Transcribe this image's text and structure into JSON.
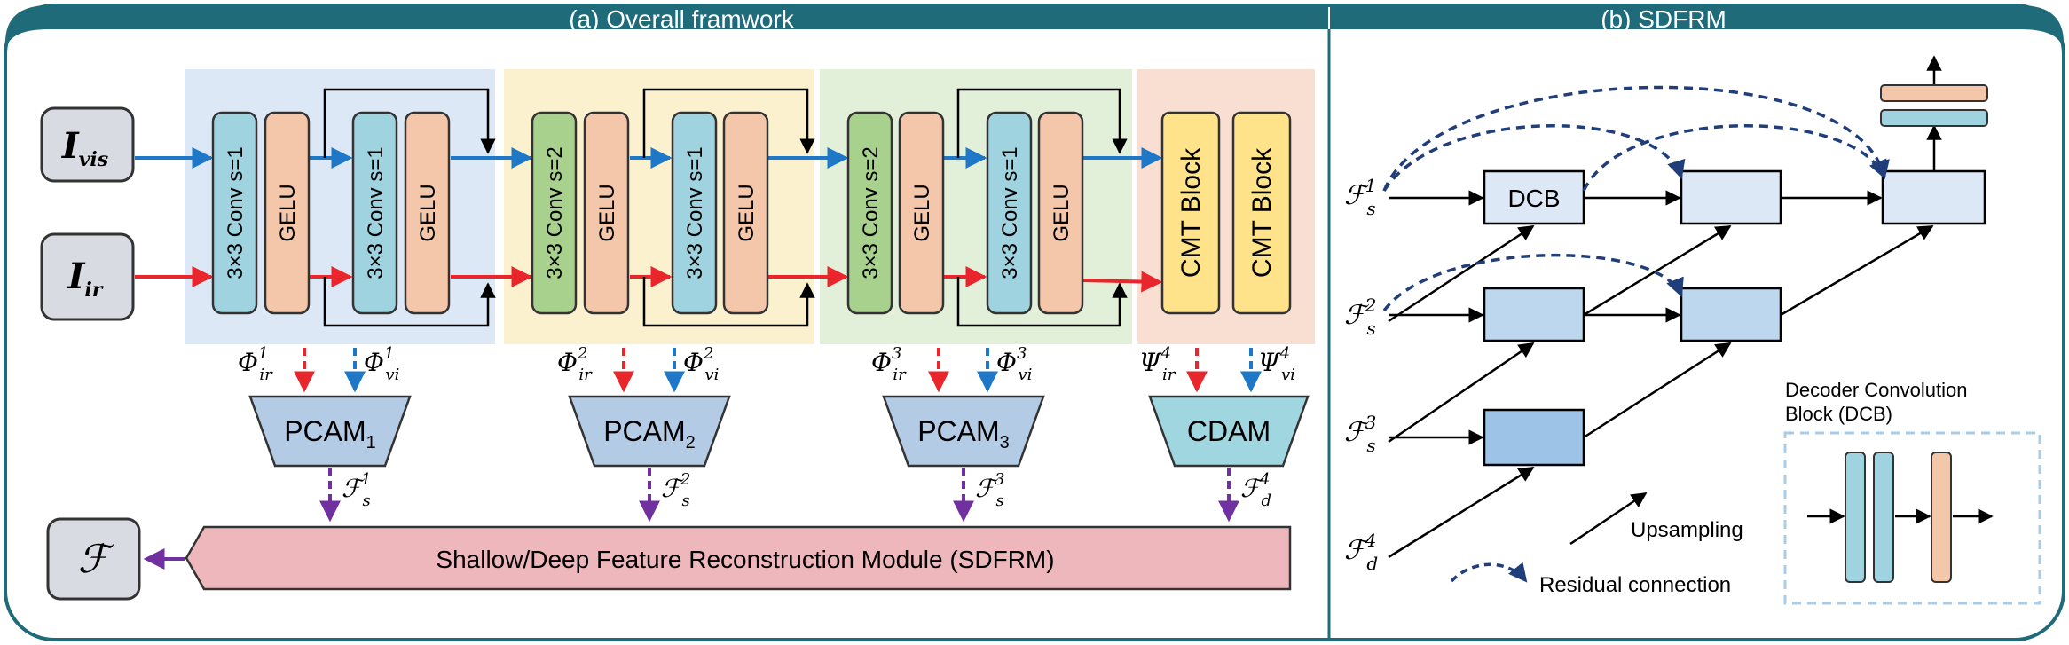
{
  "header": {
    "left_title": "(a) Overall framwork",
    "right_title": "(b) SDFRM"
  },
  "inputs": {
    "vis": {
      "main": "I",
      "sub": "vis"
    },
    "ir": {
      "main": "I",
      "sub": "ir"
    },
    "output": "ℱ"
  },
  "stages": {
    "s1": {
      "conv_a": "3×3 Conv s=1",
      "act_a": "GELU",
      "conv_b": "3×3 Conv s=1",
      "act_b": "GELU"
    },
    "s2": {
      "conv_a": "3×3 Conv s=2",
      "act_a": "GELU",
      "conv_b": "3×3 Conv s=1",
      "act_b": "GELU"
    },
    "s3": {
      "conv_a": "3×3 Conv s=2",
      "act_a": "GELU",
      "conv_b": "3×3 Conv s=1",
      "act_b": "GELU"
    },
    "s4": {
      "block_a": "CMT Block",
      "block_b": "CMT Block"
    }
  },
  "features": {
    "s1": {
      "ir_sym": "Φ",
      "ir_sup": "1",
      "ir_sub": "ir",
      "vi_sym": "Φ",
      "vi_sup": "1",
      "vi_sub": "vi"
    },
    "s2": {
      "ir_sym": "Φ",
      "ir_sup": "2",
      "ir_sub": "ir",
      "vi_sym": "Φ",
      "vi_sup": "2",
      "vi_sub": "vi"
    },
    "s3": {
      "ir_sym": "Φ",
      "ir_sup": "3",
      "ir_sub": "ir",
      "vi_sym": "Φ",
      "vi_sup": "3",
      "vi_sub": "vi"
    },
    "s4": {
      "ir_sym": "Ψ",
      "ir_sup": "4",
      "ir_sub": "ir",
      "vi_sym": "Ψ",
      "vi_sup": "4",
      "vi_sub": "vi"
    }
  },
  "modules": {
    "m1": {
      "name": "PCAM",
      "sub": "1"
    },
    "m2": {
      "name": "PCAM",
      "sub": "2"
    },
    "m3": {
      "name": "PCAM",
      "sub": "3"
    },
    "m4": {
      "name": "CDAM",
      "sub": ""
    }
  },
  "fused": {
    "f1": {
      "sym": "ℱ",
      "sup": "1",
      "sub": "s"
    },
    "f2": {
      "sym": "ℱ",
      "sup": "2",
      "sub": "s"
    },
    "f3": {
      "sym": "ℱ",
      "sup": "3",
      "sub": "s"
    },
    "f4": {
      "sym": "ℱ",
      "sup": "4",
      "sub": "d"
    }
  },
  "sdfrm_label": "Shallow/Deep Feature Reconstruction Module (SDFRM)",
  "right": {
    "inputs": [
      {
        "sym": "ℱ",
        "sup": "1",
        "sub": "s"
      },
      {
        "sym": "ℱ",
        "sup": "2",
        "sub": "s"
      },
      {
        "sym": "ℱ",
        "sup": "3",
        "sub": "s"
      },
      {
        "sym": "ℱ",
        "sup": "4",
        "sub": "d"
      }
    ],
    "dcb_label": "DCB",
    "legend": {
      "upsampling": "Upsampling",
      "residual": "Residual connection",
      "dcb_title_line1": "Decoder Convolution",
      "dcb_title_line2": "Block (DCB)"
    }
  },
  "colors": {
    "frame": "#1f6b7a",
    "stage1_bg": "#dce8f5",
    "stage2_bg": "#fbf1cf",
    "stage3_bg": "#e2efd9",
    "stage4_bg": "#f8dfd1",
    "conv_blue": "#9fd3df",
    "conv_green": "#a9d18e",
    "gelu": "#f4c7ab",
    "cmt": "#ffe38a",
    "pcam": "#b4cbe6",
    "cdam": "#9fd6e0",
    "sdfrm": "#eeb7bc",
    "vis_arrow": "#1f77c8",
    "ir_arrow": "#e8262c",
    "fuse_arrow": "#7030a0",
    "residual": "#1f3e7a"
  }
}
